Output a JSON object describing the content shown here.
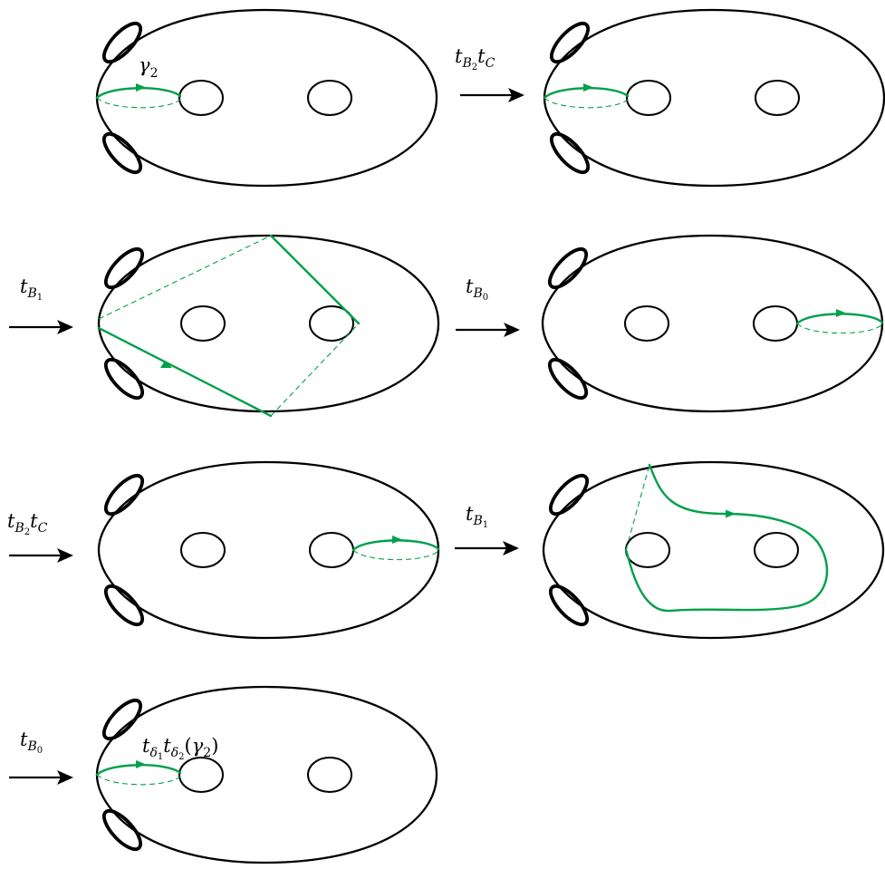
{
  "labels": {
    "gamma2": {
      "main": "γ",
      "sub": "2"
    },
    "final_curve": {
      "t1": "t",
      "d1": "δ",
      "d1s": "1",
      "t2": "t",
      "d2": "δ",
      "d2s": "2",
      "lp": "(",
      "g": "γ",
      "gs": "2",
      "rp": ")"
    }
  },
  "steps": [
    {
      "id": "tB2tC",
      "t": "t",
      "B": "B",
      "Bs": "2",
      "t2": "t",
      "C": "C"
    },
    {
      "id": "tB1",
      "t": "t",
      "B": "B",
      "Bs": "1"
    },
    {
      "id": "tB0",
      "t": "t",
      "B": "B",
      "Bs": "0"
    },
    {
      "id": "tB2tC_b",
      "t": "t",
      "B": "B",
      "Bs": "2",
      "t2": "t",
      "C": "C"
    },
    {
      "id": "tB1_b",
      "t": "t",
      "B": "B",
      "Bs": "1"
    },
    {
      "id": "tB0_b",
      "t": "t",
      "B": "B",
      "Bs": "0"
    }
  ],
  "colors": {
    "curve": "#00a04b",
    "surface": "#000000",
    "background": "#ffffff"
  },
  "panel_count": 7
}
